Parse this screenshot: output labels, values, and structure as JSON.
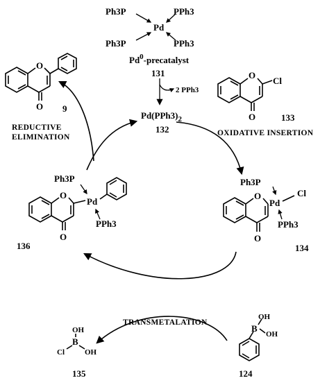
{
  "precatalyst": {
    "ligand_tl": "Ph3P",
    "ligand_tr": "PPh3",
    "ligand_bl": "Ph3P",
    "ligand_br": "PPh3",
    "metal": "Pd",
    "name_pre": "Pd",
    "name_sup": "0",
    "name_post": "-precatalyst",
    "number": "131",
    "loss_label": "2 PPh3"
  },
  "active_catalyst": {
    "formula_main": "Pd(PPh3)",
    "formula_sub": "2",
    "number": "132"
  },
  "substrate": {
    "number": "133",
    "o_atom": "O",
    "cl_atom": "Cl",
    "carbonyl_o": "O"
  },
  "ox_intermediate": {
    "ligand_top": "Ph3P",
    "ligand_bottom": "PPh3",
    "metal": "Pd",
    "halide": "Cl",
    "o_atom": "O",
    "carbonyl_o": "O",
    "number": "134"
  },
  "boronic_acid": {
    "number": "124",
    "boron": "B",
    "oh1": "OH",
    "oh2": "OH"
  },
  "byproduct": {
    "number": "135",
    "boron": "B",
    "cl": "Cl",
    "oh1": "OH",
    "oh2": "OH"
  },
  "tm_intermediate": {
    "ligand_top": "Ph3P",
    "ligand_bottom": "PPh3",
    "metal": "Pd",
    "o_atom": "O",
    "carbonyl_o": "O",
    "number": "136"
  },
  "product": {
    "number": "9",
    "o_atom": "O",
    "carbonyl_o": "O"
  },
  "steps": {
    "oxidative": "OXIDATIVE INSERTION",
    "transmetalation": "TRANSMETALATION",
    "reductive_line1": "REDUCTIVE",
    "reductive_line2": "ELIMINATION"
  }
}
